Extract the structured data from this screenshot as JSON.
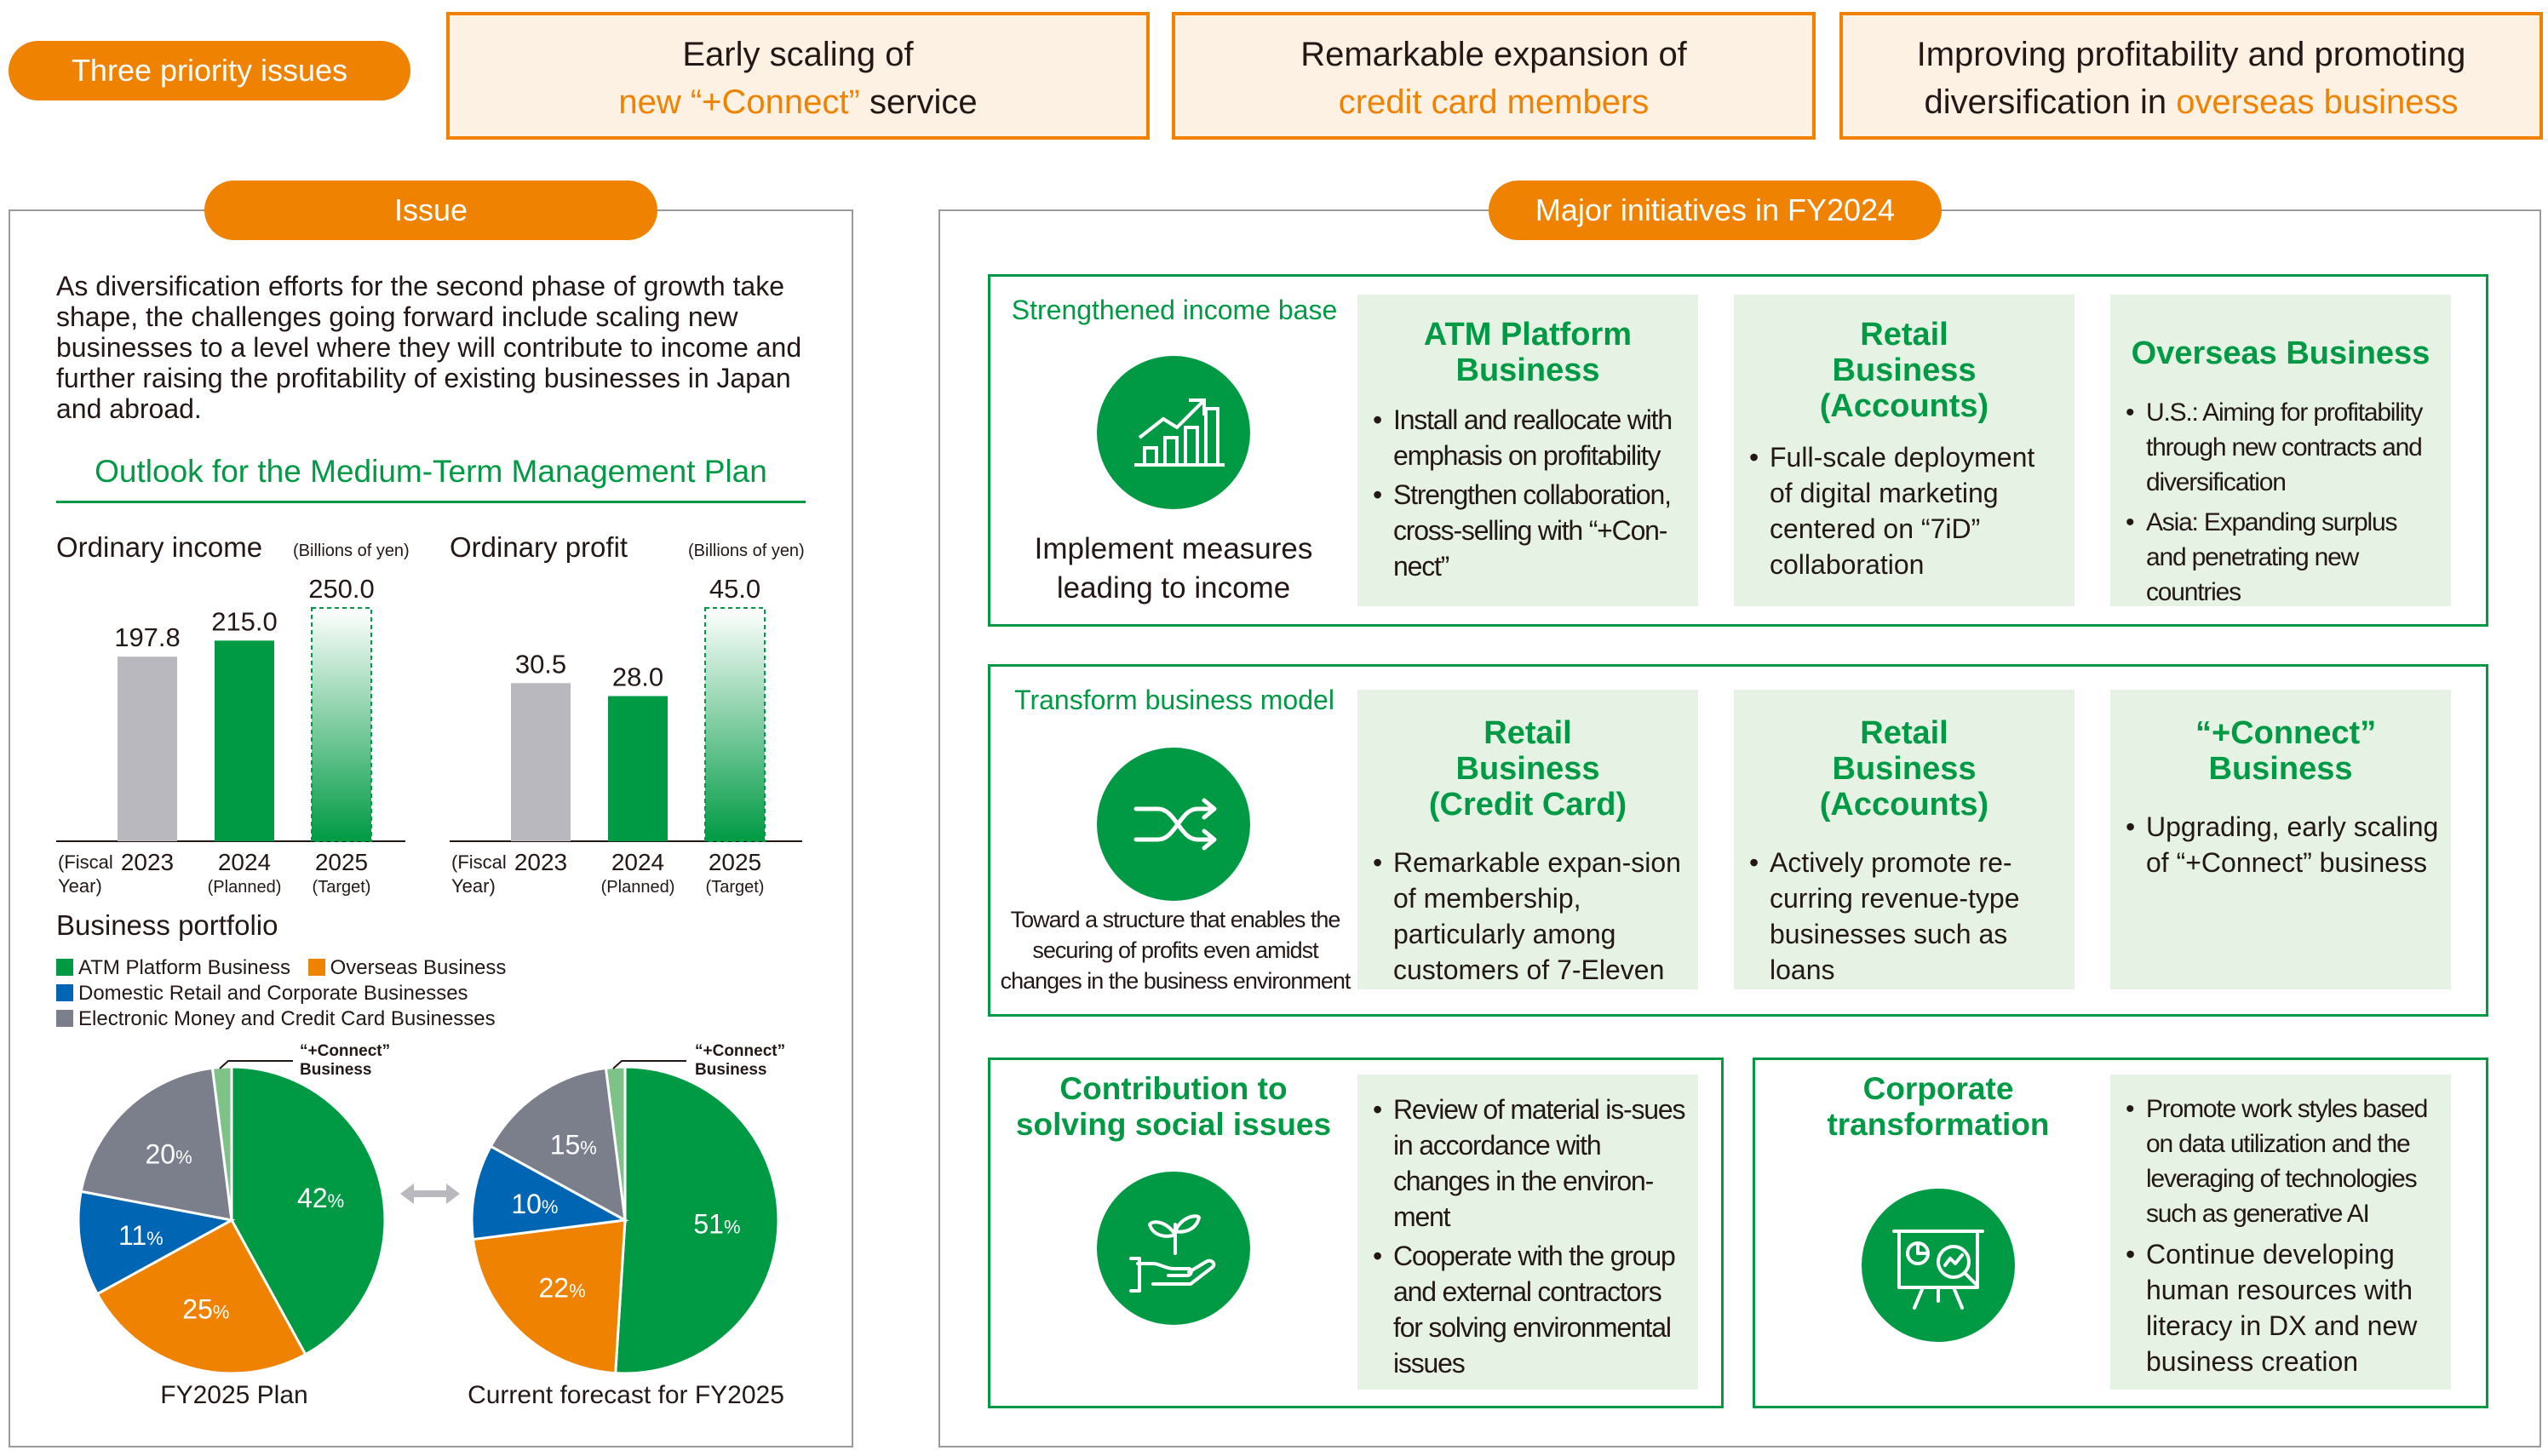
{
  "header": {
    "badge": "Three priority issues",
    "box1": {
      "line1": "Early scaling of",
      "line2_highlight": "new “+Connect”",
      "line2_rest": " service"
    },
    "box2": {
      "line1": "Remarkable expansion of",
      "line2_highlight": "credit card members"
    },
    "box3": {
      "line1": "Improving profitability and promoting",
      "line2_pre": "diversification in ",
      "line2_highlight": "overseas business"
    }
  },
  "issue": {
    "badge": "Issue",
    "text": "As diversification efforts for the second phase of growth take shape, the challenges going forward include scaling new businesses to a level where they will contribute to income and further raising the profitability of existing businesses in Japan and abroad.",
    "outlook_title": "Outlook for the Medium-Term Management Plan",
    "unit": "(Billions of yen)",
    "fiscal_year_label": "(Fiscal Year)",
    "portfolio_title": "Business portfolio",
    "legend": [
      "ATM Platform Business",
      "Overseas Business",
      "Domestic Retail and Corporate Businesses",
      "Electronic Money and Credit Card Businesses"
    ],
    "connect_label_1": "“+Connect”",
    "connect_label_2": "Business"
  },
  "chart_data": [
    {
      "type": "bar",
      "title": "Ordinary income",
      "categories": [
        "2023",
        "2024",
        "2025"
      ],
      "sublabels": [
        "",
        "(Planned)",
        "(Target)"
      ],
      "values": [
        197.8,
        215.0,
        250.0
      ],
      "value_labels": [
        "197.8",
        "215.0",
        "250.0"
      ],
      "ylim": [
        0,
        250
      ],
      "colors": [
        "#b9b8be",
        "#009a44",
        "gradient"
      ]
    },
    {
      "type": "bar",
      "title": "Ordinary profit",
      "categories": [
        "2023",
        "2024",
        "2025"
      ],
      "sublabels": [
        "",
        "(Planned)",
        "(Target)"
      ],
      "values": [
        30.5,
        28.0,
        45.0
      ],
      "value_labels": [
        "30.5",
        "28.0",
        "45.0"
      ],
      "ylim": [
        0,
        45
      ],
      "colors": [
        "#b9b8be",
        "#009a44",
        "gradient"
      ]
    },
    {
      "type": "pie",
      "title": "FY2025 Plan",
      "slices": [
        {
          "label": "42%",
          "value": 42,
          "color": "#009a44"
        },
        {
          "label": "25%",
          "value": 25,
          "color": "#ef8200"
        },
        {
          "label": "11%",
          "value": 11,
          "color": "#0065b3"
        },
        {
          "label": "20%",
          "value": 20,
          "color": "#7b7f8c"
        },
        {
          "label": "",
          "value": 2,
          "color": "#7dc388"
        }
      ]
    },
    {
      "type": "pie",
      "title": "Current forecast for FY2025",
      "slices": [
        {
          "label": "51%",
          "value": 51,
          "color": "#009a44"
        },
        {
          "label": "22%",
          "value": 22,
          "color": "#ef8200"
        },
        {
          "label": "10%",
          "value": 10,
          "color": "#0065b3"
        },
        {
          "label": "15%",
          "value": 15,
          "color": "#7b7f8c"
        },
        {
          "label": "",
          "value": 2,
          "color": "#7dc388"
        }
      ]
    }
  ],
  "initiatives": {
    "badge": "Major initiatives in FY2024",
    "row1": {
      "label": "Strengthened income base",
      "caption": "Implement measures leading to income",
      "cards": [
        {
          "title": "ATM Platform Business",
          "bullets": [
            "Install and reallocate with emphasis on profitability",
            "Strengthen collaboration, cross-selling with “+Con-nect”"
          ]
        },
        {
          "title": "Retail Business (Accounts)",
          "bullets": [
            "Full-scale deployment of digital marketing centered on “7iD” collaboration"
          ]
        },
        {
          "title": "Overseas Business",
          "bullets": [
            "U.S.: Aiming for profitability through new contracts and diversification",
            "Asia: Expanding surplus and penetrating new countries"
          ]
        }
      ]
    },
    "row2": {
      "label": "Transform business model",
      "caption": "Toward a structure that enables the securing of profits even amidst changes in the business environment",
      "cards": [
        {
          "title": "Retail Business (Credit Card)",
          "bullets": [
            "Remarkable expan-sion of membership, particularly among customers of 7-Eleven"
          ]
        },
        {
          "title": "Retail Business (Accounts)",
          "bullets": [
            "Actively promote re-curring revenue-type businesses such as loans"
          ]
        },
        {
          "title": "“+Connect” Business",
          "bullets": [
            "Upgrading, early scaling of “+Connect” business"
          ]
        }
      ]
    },
    "row3a": {
      "label": "Contribution to solving social issues",
      "bullets": [
        "Review of material is-sues in accordance with changes in the environ-ment",
        "Cooperate with the group and external contractors for solving environmental issues"
      ]
    },
    "row3b": {
      "label": "Corporate transformation",
      "bullets": [
        "Promote work styles based on data utilization and the leveraging of technologies such as generative AI",
        "Continue developing human resources with literacy in DX and new business creation"
      ]
    }
  },
  "colors": {
    "accent": "#ef8200",
    "green": "#009a44",
    "gray": "#b9b8be",
    "blue": "#0065b3",
    "dark_gray": "#7b7f8c"
  }
}
